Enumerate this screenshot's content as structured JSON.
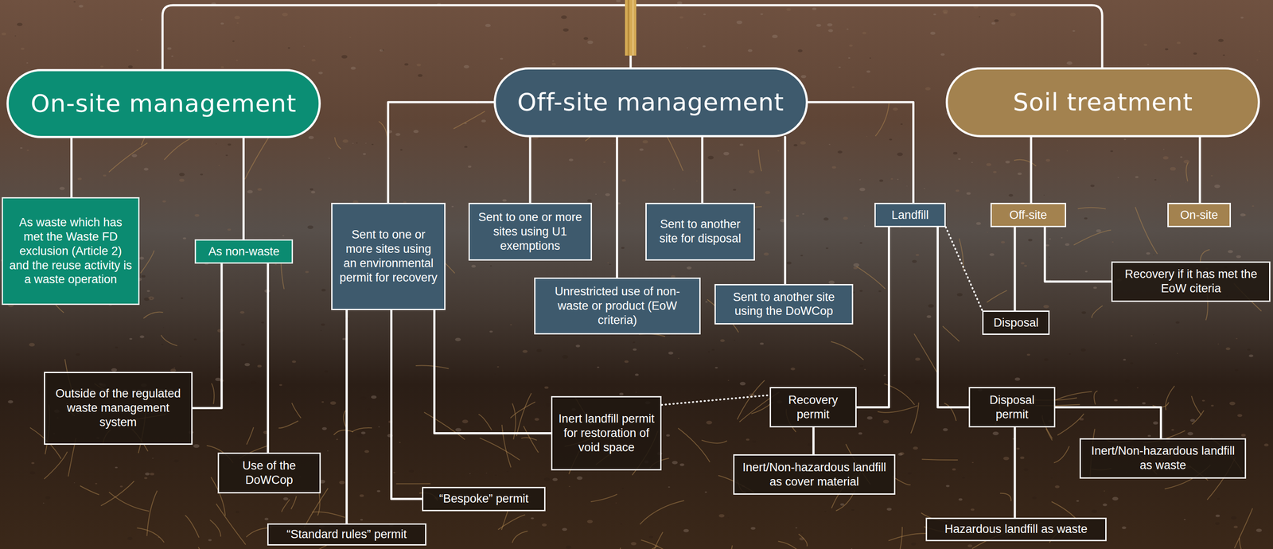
{
  "diagram": {
    "nodes": [
      {
        "text": [
          "On-site management"
        ]
      },
      {
        "text": [
          "Off-site management"
        ]
      },
      {
        "text": [
          "Soil treatment"
        ]
      },
      {
        "text": [
          "As waste which has met the Waste FD exclusion (Article 2) and the reuse activity is a waste operation"
        ]
      },
      {
        "text": [
          "As non-waste"
        ]
      },
      {
        "text": [
          "Outside of the regulated waste management system"
        ]
      },
      {
        "text": [
          "Use of the DoWCop"
        ]
      },
      {
        "text": [
          "Sent to one or more sites using an environmental permit for recovery"
        ]
      },
      {
        "text": [
          "Sent to one or more sites using U1 exemptions"
        ]
      },
      {
        "text": [
          "Unrestricted use of non-waste or product (EoW criteria)"
        ]
      },
      {
        "text": [
          "Sent to another site for disposal"
        ]
      },
      {
        "text": [
          "Sent to another site using the DoWCop"
        ]
      },
      {
        "text": [
          "Landfill"
        ]
      },
      {
        "text": [
          "“Standard rules” permit"
        ]
      },
      {
        "text": [
          "“Bespoke” permit"
        ]
      },
      {
        "text": [
          "Inert landfill permit for restoration of void space"
        ]
      },
      {
        "text": [
          "Recovery permit"
        ]
      },
      {
        "text": [
          "Inert/Non-hazardous landfill as cover material"
        ]
      },
      {
        "text": [
          "Disposal permit"
        ]
      },
      {
        "text": [
          "Hazardous landfill as waste"
        ]
      },
      {
        "text": [
          "Inert/Non-hazardous landfill as waste"
        ]
      },
      {
        "text": [
          "Off-site"
        ]
      },
      {
        "text": [
          "On-site"
        ]
      },
      {
        "text": [
          "Disposal"
        ]
      },
      {
        "text": [
          "Recovery if it has met the EoW citeria"
        ]
      }
    ],
    "edges": [
      {
        "from": 0,
        "to": 3,
        "arrow": "none"
      },
      {
        "from": 0,
        "to": 4,
        "arrow": "none"
      },
      {
        "from": 4,
        "to": 5,
        "arrow": "none"
      },
      {
        "from": 4,
        "to": 6,
        "arrow": "none"
      },
      {
        "from": 1,
        "to": 7,
        "arrow": "none"
      },
      {
        "from": 1,
        "to": 8,
        "arrow": "none"
      },
      {
        "from": 1,
        "to": 9,
        "arrow": "none"
      },
      {
        "from": 1,
        "to": 10,
        "arrow": "none"
      },
      {
        "from": 1,
        "to": 11,
        "arrow": "none"
      },
      {
        "from": 1,
        "to": 12,
        "arrow": "none"
      },
      {
        "from": 7,
        "to": 13,
        "arrow": "none"
      },
      {
        "from": 7,
        "to": 14,
        "arrow": "none"
      },
      {
        "from": 7,
        "to": 15,
        "arrow": "none"
      },
      {
        "from": 12,
        "to": 16,
        "arrow": "none"
      },
      {
        "from": 12,
        "to": 18,
        "arrow": "none"
      },
      {
        "from": 12,
        "to": 23,
        "arrow": "none"
      },
      {
        "from": 15,
        "to": 16,
        "arrow": "none"
      },
      {
        "from": 16,
        "to": 17,
        "arrow": "none"
      },
      {
        "from": 18,
        "to": 19,
        "arrow": "none"
      },
      {
        "from": 18,
        "to": 20,
        "arrow": "none"
      },
      {
        "from": 2,
        "to": 21,
        "arrow": "none"
      },
      {
        "from": 2,
        "to": 22,
        "arrow": "none"
      },
      {
        "from": 21,
        "to": 23,
        "arrow": "none"
      },
      {
        "from": 21,
        "to": 24,
        "arrow": "none"
      }
    ]
  }
}
